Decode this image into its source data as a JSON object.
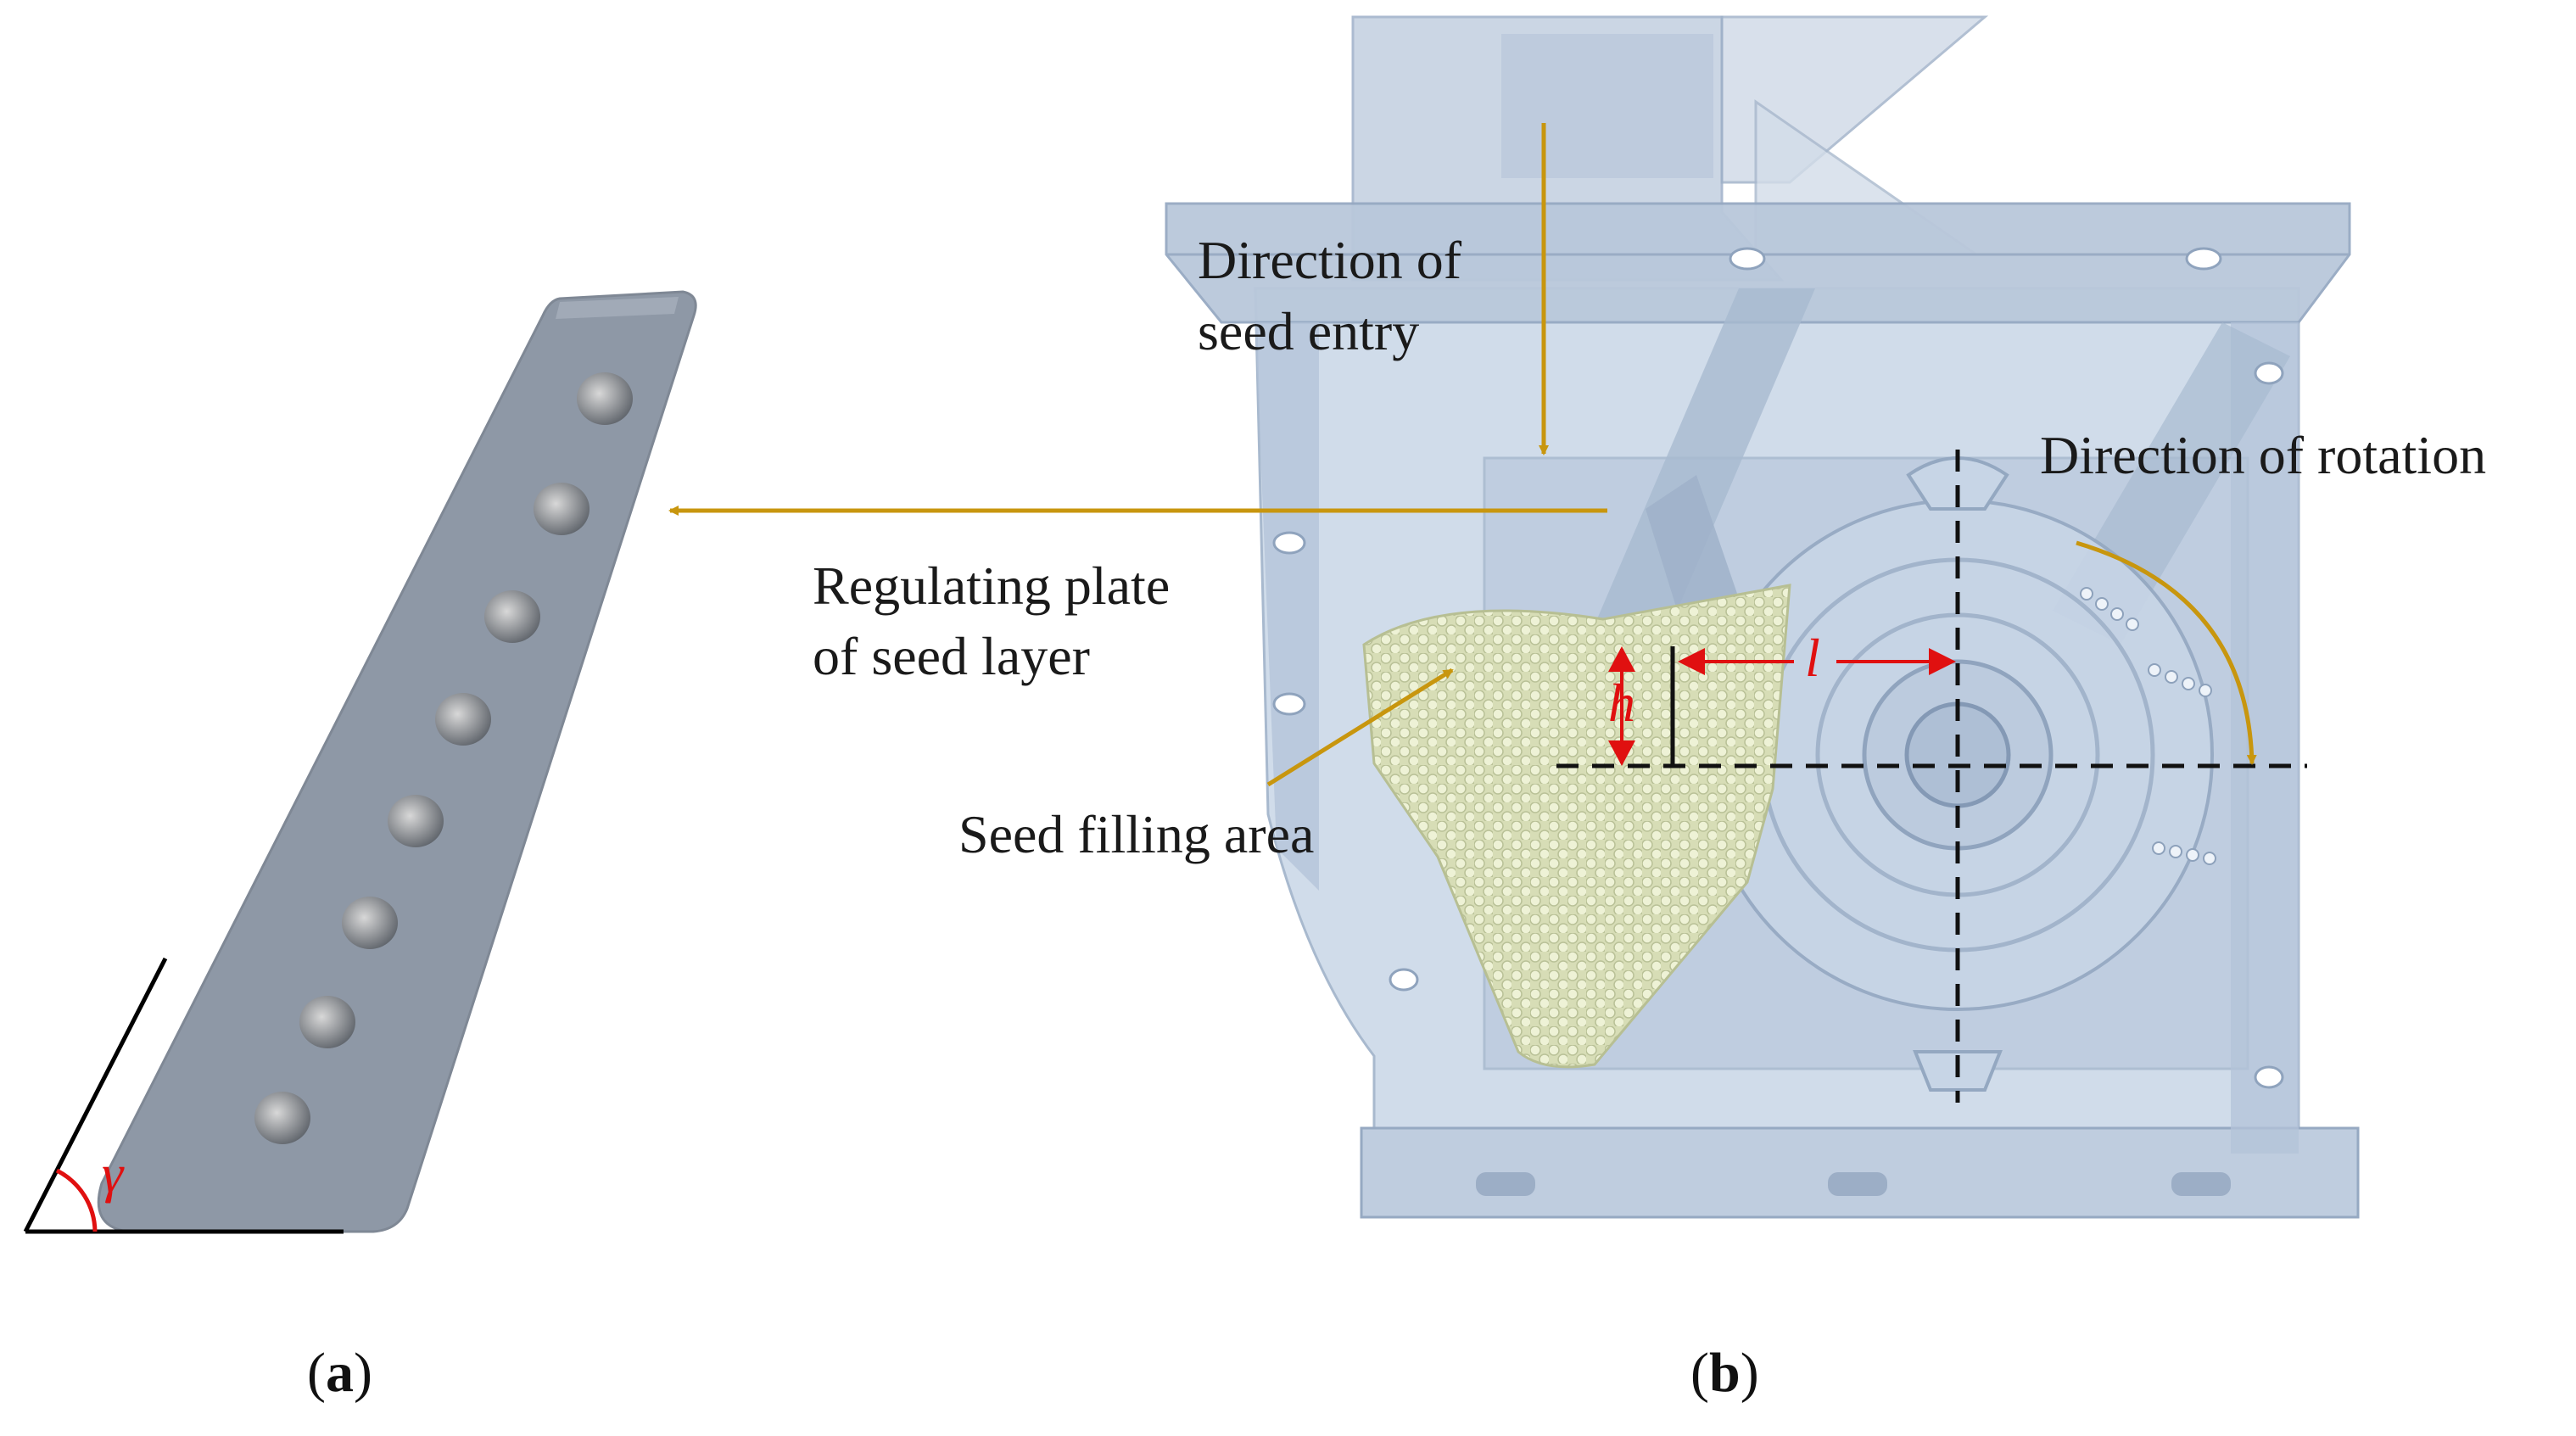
{
  "panels": [
    {
      "open": "(",
      "letter": "a",
      "close": ")"
    },
    {
      "open": "(",
      "letter": "b",
      "close": ")"
    }
  ],
  "labels": {
    "seed_entry_line1": "Direction of",
    "seed_entry_line2": "seed entry",
    "rotation": "Direction of rotation",
    "plate_line1": "Regulating plate",
    "plate_line2": "of seed layer",
    "filling_area": "Seed filling area"
  },
  "symbols": {
    "gamma": "γ",
    "h": "h",
    "l": "l"
  },
  "colors": {
    "annotation_arrow": "#c8960e",
    "dimension_red": "#e01010",
    "plate_fill": "#8e98a6",
    "housing_fill": "#c9d7e6",
    "seed_fill": "#d9dfb8"
  }
}
